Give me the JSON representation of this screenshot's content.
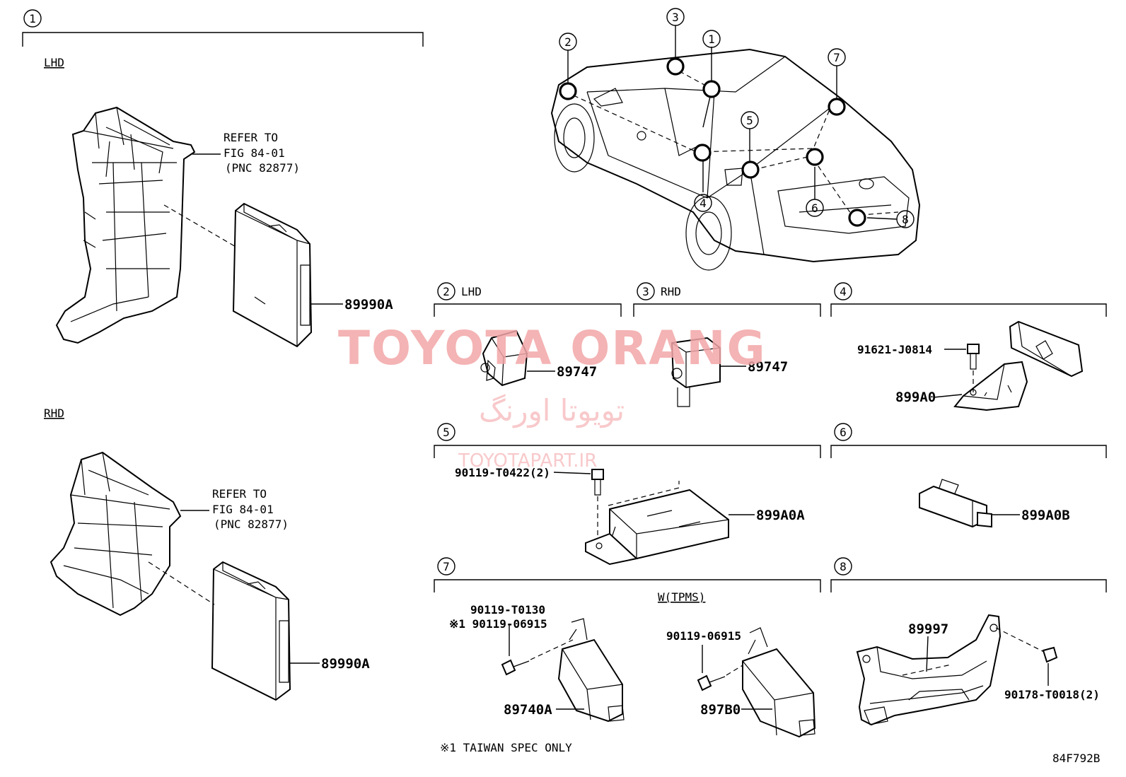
{
  "sections": {
    "s1": {
      "num": "1"
    },
    "s2": {
      "num": "2",
      "tag": "LHD"
    },
    "s3": {
      "num": "3",
      "tag": "RHD"
    },
    "s4": {
      "num": "4"
    },
    "s5": {
      "num": "5"
    },
    "s6": {
      "num": "6"
    },
    "s7": {
      "num": "7"
    },
    "s8": {
      "num": "8"
    }
  },
  "group_labels": {
    "lhd": "LHD",
    "rhd": "RHD",
    "tpms": "W(TPMS)"
  },
  "refer": {
    "lhd": {
      "line1": "REFER TO",
      "line2": "FIG 84-01",
      "line3": "(PNC 82877)"
    },
    "rhd": {
      "line1": "REFER TO",
      "line2": "FIG 84-01",
      "line3": "(PNC 82877)"
    }
  },
  "parts": {
    "p89990A_lhd": "89990A",
    "p89990A_rhd": "89990A",
    "p89747_lhd": "89747",
    "p89747_rhd": "89747",
    "p91621": "91621-J0814",
    "p899A0": "899A0",
    "p90119_T0422": "90119-T0422(2)",
    "p899A0A": "899A0A",
    "p899A0B": "899A0B",
    "p90119_T0130": "90119-T0130",
    "p90119_06915_note": "※1 90119-06915",
    "p89740A": "89740A",
    "p90119_06915": "90119-06915",
    "p897B0": "897B0",
    "p89997": "89997",
    "p90178": "90178-T0018(2)"
  },
  "car_callouts": [
    "1",
    "2",
    "3",
    "4",
    "5",
    "6",
    "7",
    "8"
  ],
  "footnote": "※1 TAIWAN SPEC ONLY",
  "figure_code": "84F792B",
  "watermark": {
    "brand": "TOYOTA ORANG",
    "persian": "تویوتا اورنگ",
    "url": "TOYOTAPART.IR"
  },
  "colors": {
    "watermark": "#f3a6a8",
    "line": "#000000",
    "background": "#ffffff"
  }
}
